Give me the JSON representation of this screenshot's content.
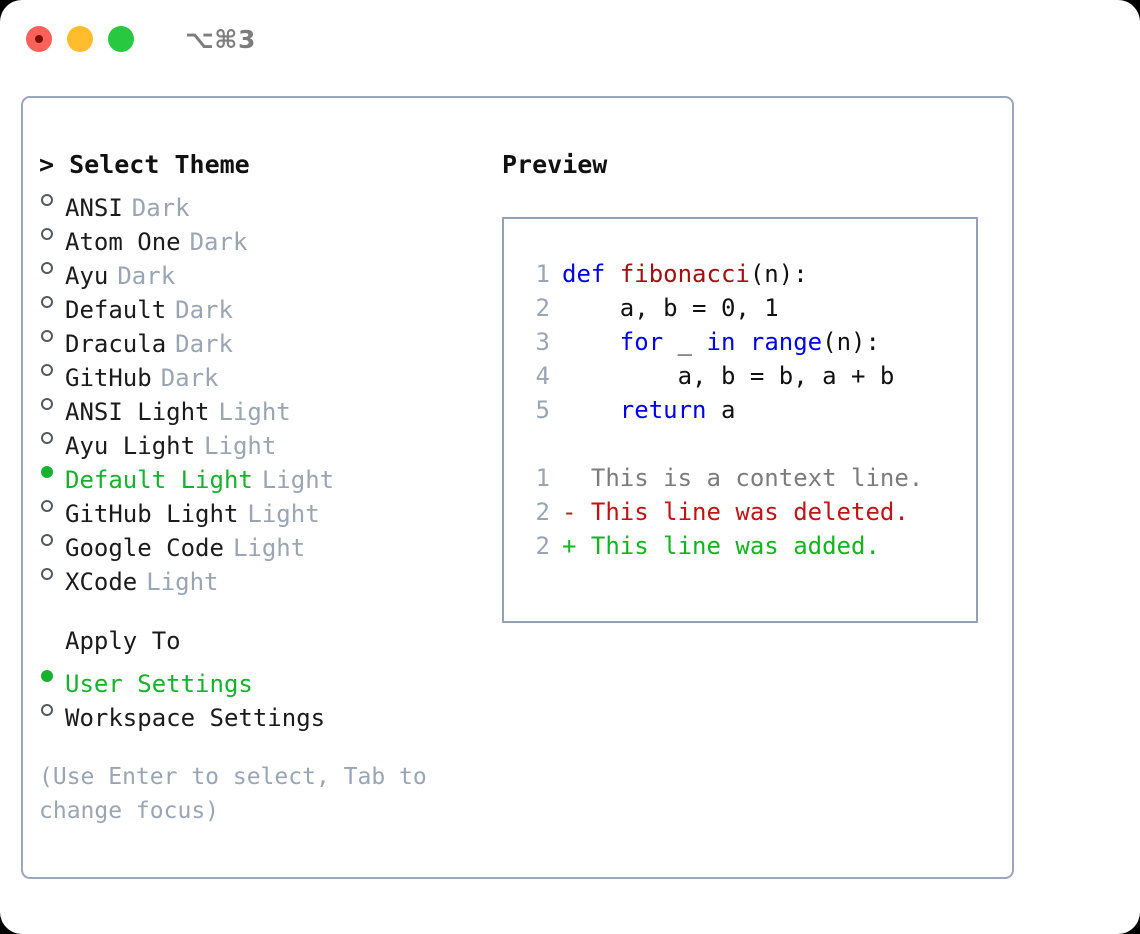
{
  "titlebar": {
    "shortcut": "⌥⌘3",
    "buttons": [
      "close",
      "minimize",
      "maximize"
    ]
  },
  "theme_picker": {
    "header": "> Select Theme",
    "header_marker": "> ",
    "header_text": "Select Theme",
    "items": [
      {
        "name": "ANSI",
        "tag": "Dark",
        "selected": false
      },
      {
        "name": "Atom One",
        "tag": "Dark",
        "selected": false
      },
      {
        "name": "Ayu",
        "tag": "Dark",
        "selected": false
      },
      {
        "name": "Default",
        "tag": "Dark",
        "selected": false
      },
      {
        "name": "Dracula",
        "tag": "Dark",
        "selected": false
      },
      {
        "name": "GitHub",
        "tag": "Dark",
        "selected": false
      },
      {
        "name": "ANSI Light",
        "tag": "Light",
        "selected": false
      },
      {
        "name": "Ayu Light",
        "tag": "Light",
        "selected": false
      },
      {
        "name": "Default Light",
        "tag": "Light",
        "selected": true
      },
      {
        "name": "GitHub Light",
        "tag": "Light",
        "selected": false
      },
      {
        "name": "Google Code",
        "tag": "Light",
        "selected": false
      },
      {
        "name": "XCode",
        "tag": "Light",
        "selected": false
      }
    ]
  },
  "apply_to": {
    "header": "Apply To",
    "options": [
      {
        "label": "User Settings",
        "selected": true
      },
      {
        "label": "Workspace Settings",
        "selected": false
      }
    ]
  },
  "hint": "(Use Enter to select, Tab to change focus)",
  "preview": {
    "title": "Preview",
    "code_lines": [
      {
        "num": "1",
        "tokens": [
          {
            "t": "def",
            "c": "kw"
          },
          {
            "t": " ",
            "c": "pl"
          },
          {
            "t": "fibonacci",
            "c": "fn"
          },
          {
            "t": "(n):",
            "c": "pl"
          }
        ]
      },
      {
        "num": "2",
        "tokens": [
          {
            "t": "    a, b = 0, 1",
            "c": "pl"
          }
        ]
      },
      {
        "num": "3",
        "tokens": [
          {
            "t": "    ",
            "c": "pl"
          },
          {
            "t": "for",
            "c": "kw"
          },
          {
            "t": " _ ",
            "c": "pl"
          },
          {
            "t": "in",
            "c": "kw"
          },
          {
            "t": " ",
            "c": "pl"
          },
          {
            "t": "range",
            "c": "kw"
          },
          {
            "t": "(n):",
            "c": "pl"
          }
        ]
      },
      {
        "num": "4",
        "tokens": [
          {
            "t": "        a, b = b, a + b",
            "c": "pl"
          }
        ]
      },
      {
        "num": "5",
        "tokens": [
          {
            "t": "    ",
            "c": "pl"
          },
          {
            "t": "return",
            "c": "kw"
          },
          {
            "t": " a",
            "c": "pl"
          }
        ]
      }
    ],
    "diff_lines": [
      {
        "num": "1",
        "marker": "  ",
        "text": "This is a context line.",
        "kind": "ctx"
      },
      {
        "num": "2",
        "marker": "- ",
        "text": "This line was deleted.",
        "kind": "del"
      },
      {
        "num": "2",
        "marker": "+ ",
        "text": "This line was added.",
        "kind": "add"
      }
    ]
  },
  "colors": {
    "selected_green": "#16b22d",
    "tag_gray": "#9aa5b4",
    "keyword_blue": "#0000ee",
    "function_red": "#a01010",
    "diff_deleted": "#c01414",
    "diff_added": "#12b520",
    "border": "#9aa7b8"
  }
}
